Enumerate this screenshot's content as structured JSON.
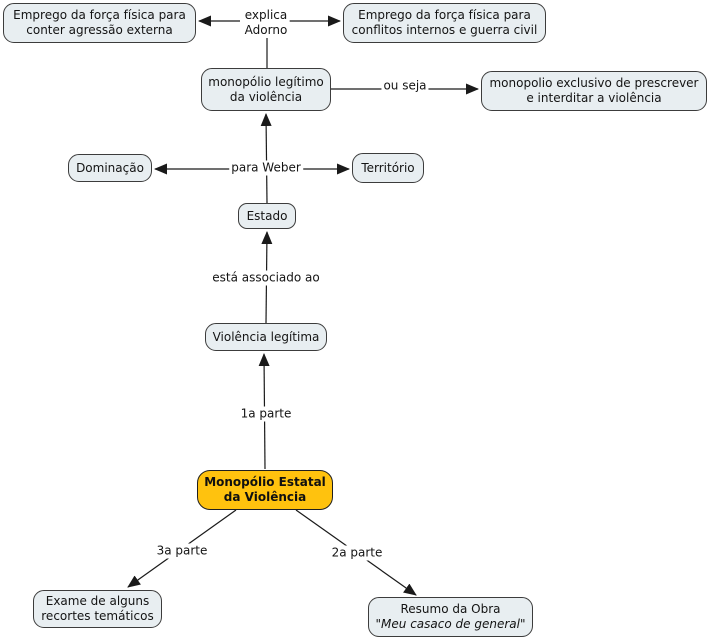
{
  "canvas": {
    "background_color": "#ffffff",
    "node_fill_color": "#e8eef1",
    "node_border_color": "#3c3c3c",
    "accent_node_fill_color": "#ffc20e",
    "line_color": "#1a1a1a"
  },
  "nodes": {
    "emprego_externa": {
      "lines": [
        "Emprego da força física para",
        "conter agressão externa"
      ]
    },
    "emprego_interno": {
      "lines": [
        "Emprego da força física para",
        "conflitos internos e guerra civil"
      ]
    },
    "monopolio_legitimo": {
      "lines": [
        "monopólio legítimo",
        "da violência"
      ]
    },
    "monopolio_exclusivo": {
      "lines": [
        "monopolio exclusivo de prescrever",
        "e interditar a violência"
      ]
    },
    "dominacao": {
      "lines": [
        "Dominação"
      ]
    },
    "territorio": {
      "lines": [
        "Território"
      ]
    },
    "estado": {
      "lines": [
        "Estado"
      ]
    },
    "violencia_legitima": {
      "lines": [
        "Violência legítima"
      ]
    },
    "monopolio_estatal": {
      "lines": [
        "Monopólio Estatal",
        "da Violência"
      ]
    },
    "exame_recortes": {
      "lines": [
        "Exame de alguns",
        "recortes temáticos"
      ]
    },
    "resumo_obra": {
      "lines": [
        "Resumo da Obra",
        "\"Meu casaco de general\""
      ]
    }
  },
  "edge_labels": {
    "explica_adorno": {
      "lines": [
        "explica",
        "Adorno"
      ]
    },
    "ou_seja": "ou seja",
    "para_weber": "para Weber",
    "esta_associado": "está associado ao",
    "parte_1": "1a parte",
    "parte_3": "3a parte",
    "parte_2": "2a parte"
  }
}
